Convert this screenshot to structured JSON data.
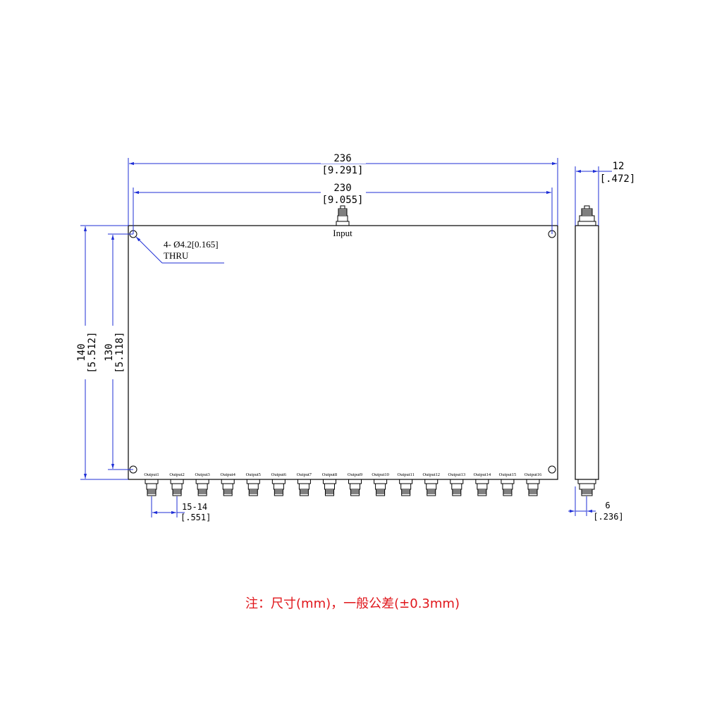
{
  "top_view": {
    "overall_width": {
      "value": "236",
      "inch": "[9.291]"
    },
    "hole_spacing_x": {
      "value": "230",
      "inch": "[9.055]"
    },
    "overall_height": {
      "value": "140",
      "inch": "[5.512]"
    },
    "hole_spacing_y": {
      "value": "130",
      "inch": "[5.118]"
    },
    "hole_callout": {
      "line1": "4- Ø4.2[0.165]",
      "line2": "THRU"
    },
    "input_label": "Input",
    "port_pitch": {
      "value": "15-14",
      "inch": "[.551]"
    },
    "output_labels": [
      "Output1",
      "Output2",
      "Output3",
      "Output4",
      "Output5",
      "Output6",
      "Output7",
      "Output8",
      "Output9",
      "Output10",
      "Output11",
      "Output12",
      "Output13",
      "Output14",
      "Output15",
      "Output16"
    ]
  },
  "side_view": {
    "thickness": {
      "value": "12",
      "inch": "[.472]"
    },
    "connector_offset": {
      "value": "6",
      "inch": "[.236]"
    }
  },
  "note": "注：尺寸(mm)，一般公差(±0.3mm)",
  "colors": {
    "dimension": "#1f2fd6",
    "outline": "#000000",
    "note": "#e0161b"
  }
}
